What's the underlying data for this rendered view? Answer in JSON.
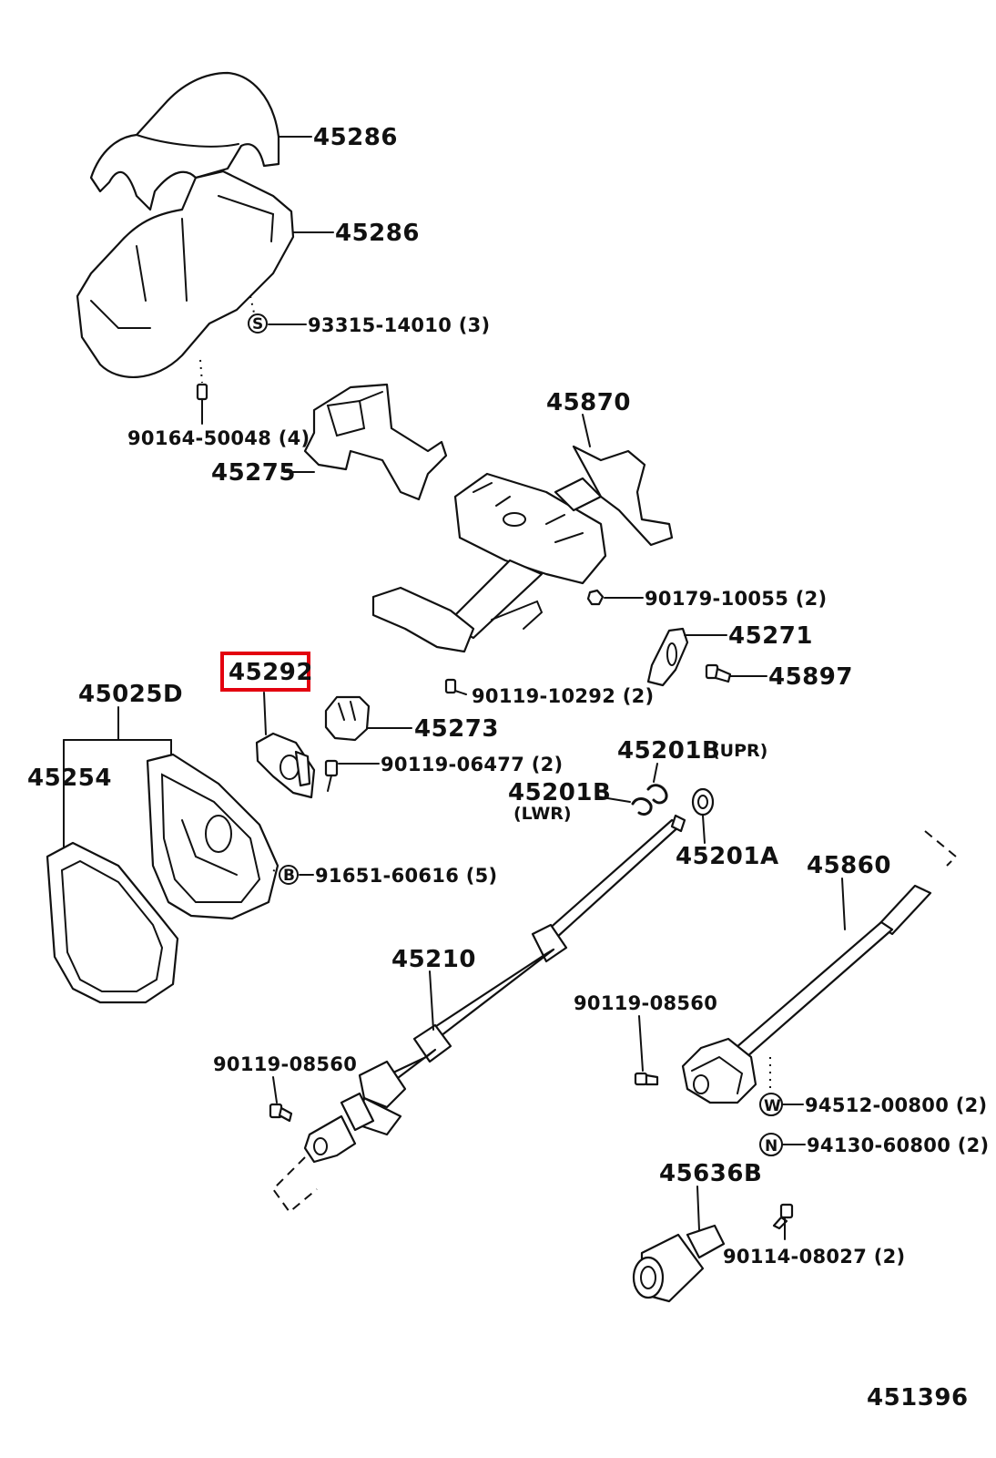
{
  "labels": {
    "p45286a": "45286",
    "p45286b": "45286",
    "p93315": "93315-14010 (3)",
    "p90164": "90164-50048 (4)",
    "p45275": "45275",
    "p45870": "45870",
    "p90179": "90179-10055 (2)",
    "p45271": "45271",
    "p45897": "45897",
    "p45292": "45292",
    "p90119_10292": "90119-10292 (2)",
    "p45025D": "45025D",
    "p45273": "45273",
    "p90119_06477": "90119-06477 (2)",
    "p45201B_upr": "45201B",
    "upr": "(UPR)",
    "p45201B_lwr": "45201B",
    "lwr": "(LWR)",
    "p45254": "45254",
    "p45201A": "45201A",
    "p91651": "91651-60616 (5)",
    "p45860": "45860",
    "p45210": "45210",
    "p90119_08560a": "90119-08560",
    "p90119_08560b": "90119-08560",
    "p94512": "94512-00800 (2)",
    "p94130": "94130-60800 (2)",
    "p45636B": "45636B",
    "p90114": "90114-08027 (2)",
    "diagram_id": "451396"
  },
  "badges": {
    "s": "S",
    "b": "B",
    "w": "W",
    "n": "N"
  },
  "highlight": {
    "part": "45292",
    "color": "#e3000f"
  }
}
